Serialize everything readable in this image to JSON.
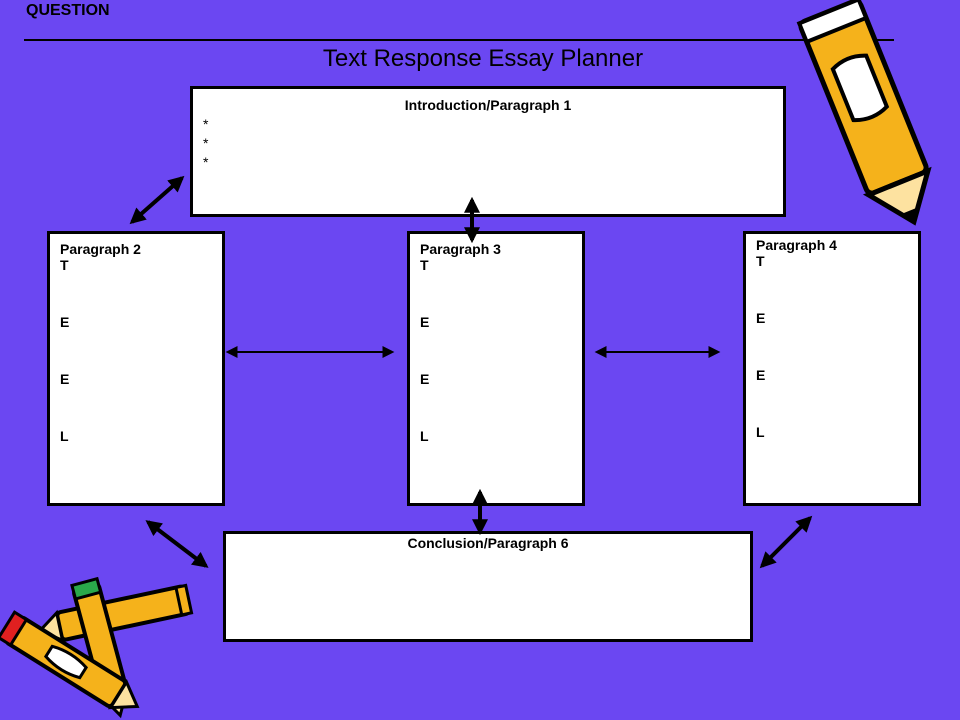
{
  "header": {
    "question_label": "QUESTION",
    "title": "Text Response Essay Planner"
  },
  "boxes": {
    "intro": {
      "label": "Introduction/Paragraph 1",
      "bullets": [
        "*",
        "*",
        "*"
      ]
    },
    "p2": {
      "label": "Paragraph 2",
      "letters": [
        "T",
        "E",
        "E",
        "L"
      ]
    },
    "p3": {
      "label": "Paragraph 3",
      "letters": [
        "T",
        "E",
        "E",
        "L"
      ]
    },
    "p4": {
      "label": "Paragraph 4",
      "letters": [
        "T",
        "E",
        "E",
        "L"
      ]
    },
    "conclusion": {
      "label": "Conclusion/Paragraph 6"
    }
  },
  "colors": {
    "background": "#6b47f2",
    "box_fill": "#ffffff",
    "pencil_body": "#f5b21b",
    "pencil_tip_red": "#e02020",
    "pencil_tip_green": "#2aa84a"
  },
  "decorations": [
    "pencil-icon",
    "pencil-bundle-icon"
  ]
}
